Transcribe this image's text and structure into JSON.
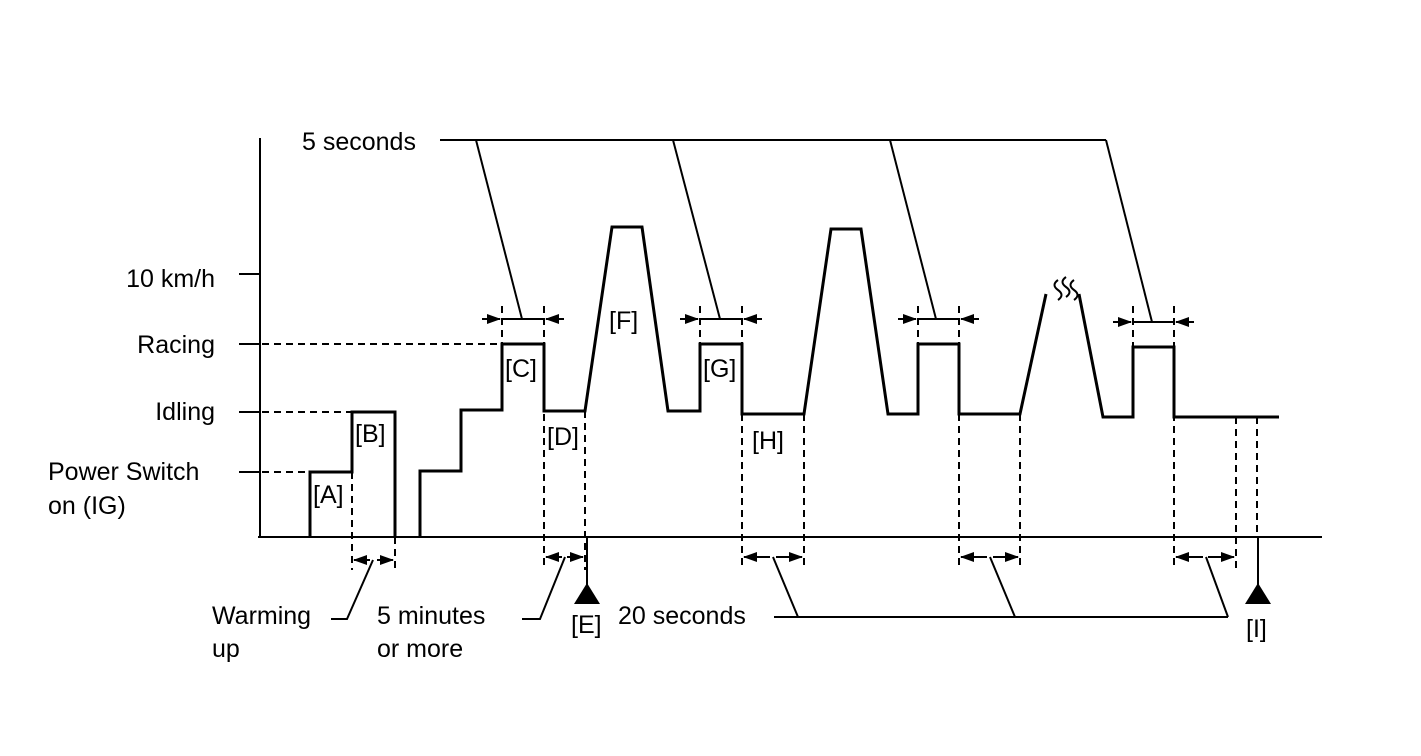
{
  "y_axis_levels": {
    "speed": "10 km/h",
    "racing": "Racing",
    "idling": "Idling",
    "power_line1": "Power Switch",
    "power_line2": "on (IG)"
  },
  "steps": {
    "a": "[A]",
    "b": "[B]",
    "c": "[C]",
    "d": "[D]",
    "e": "[E]",
    "f": "[F]",
    "g": "[G]",
    "h": "[H]",
    "i": "[I]"
  },
  "durations": {
    "five_seconds": "5 seconds",
    "twenty_seconds": "20 seconds",
    "warming_line1": "Warming",
    "warming_line2": "up",
    "five_min_line1": "5 minutes",
    "five_min_line2": "or more"
  }
}
